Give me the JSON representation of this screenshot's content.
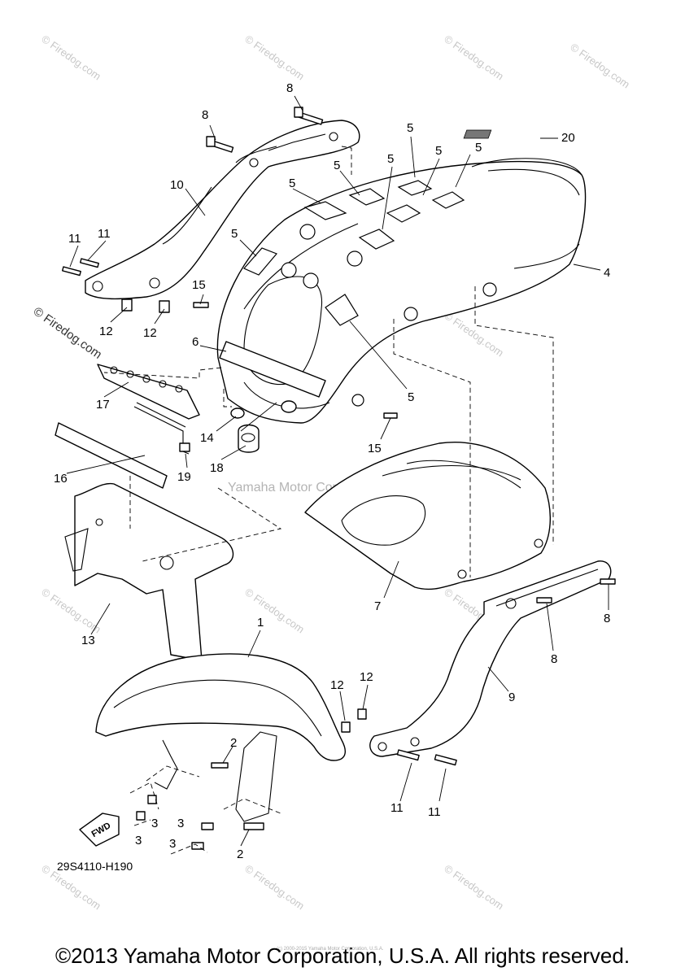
{
  "diagram": {
    "drawing_code": "29S4110-H190",
    "fwd_label": "FWD",
    "center_watermark": "Yamaha Motor Corp., U.S.A.",
    "side_watermark": "© Firedog.com",
    "corner_watermark": "© Firedog.com",
    "callouts": {
      "c1": "1",
      "c2a": "2",
      "c2b": "2",
      "c3a": "3",
      "c3b": "3",
      "c3c": "3",
      "c3d": "3",
      "c4": "4",
      "c5a": "5",
      "c5b": "5",
      "c5c": "5",
      "c5d": "5",
      "c5e": "5",
      "c5f": "5",
      "c5g": "5",
      "c5h": "5",
      "c6": "6",
      "c7": "7",
      "c8a": "8",
      "c8b": "8",
      "c8c": "8",
      "c8d": "8",
      "c9": "9",
      "c10": "10",
      "c11a": "11",
      "c11b": "11",
      "c11c": "11",
      "c11d": "11",
      "c12a": "12",
      "c12b": "12",
      "c12c": "12",
      "c12d": "12",
      "c13": "13",
      "c14": "14",
      "c15a": "15",
      "c15b": "15",
      "c16": "16",
      "c17": "17",
      "c18": "18",
      "c19": "19",
      "c20": "20"
    }
  },
  "footer": {
    "copyright": "©2013 Yamaha Motor Corporation, U.S.A. All rights reserved.",
    "small_print": "(c) 2000-2015 Yamaha Motor Corporation, U.S.A."
  }
}
